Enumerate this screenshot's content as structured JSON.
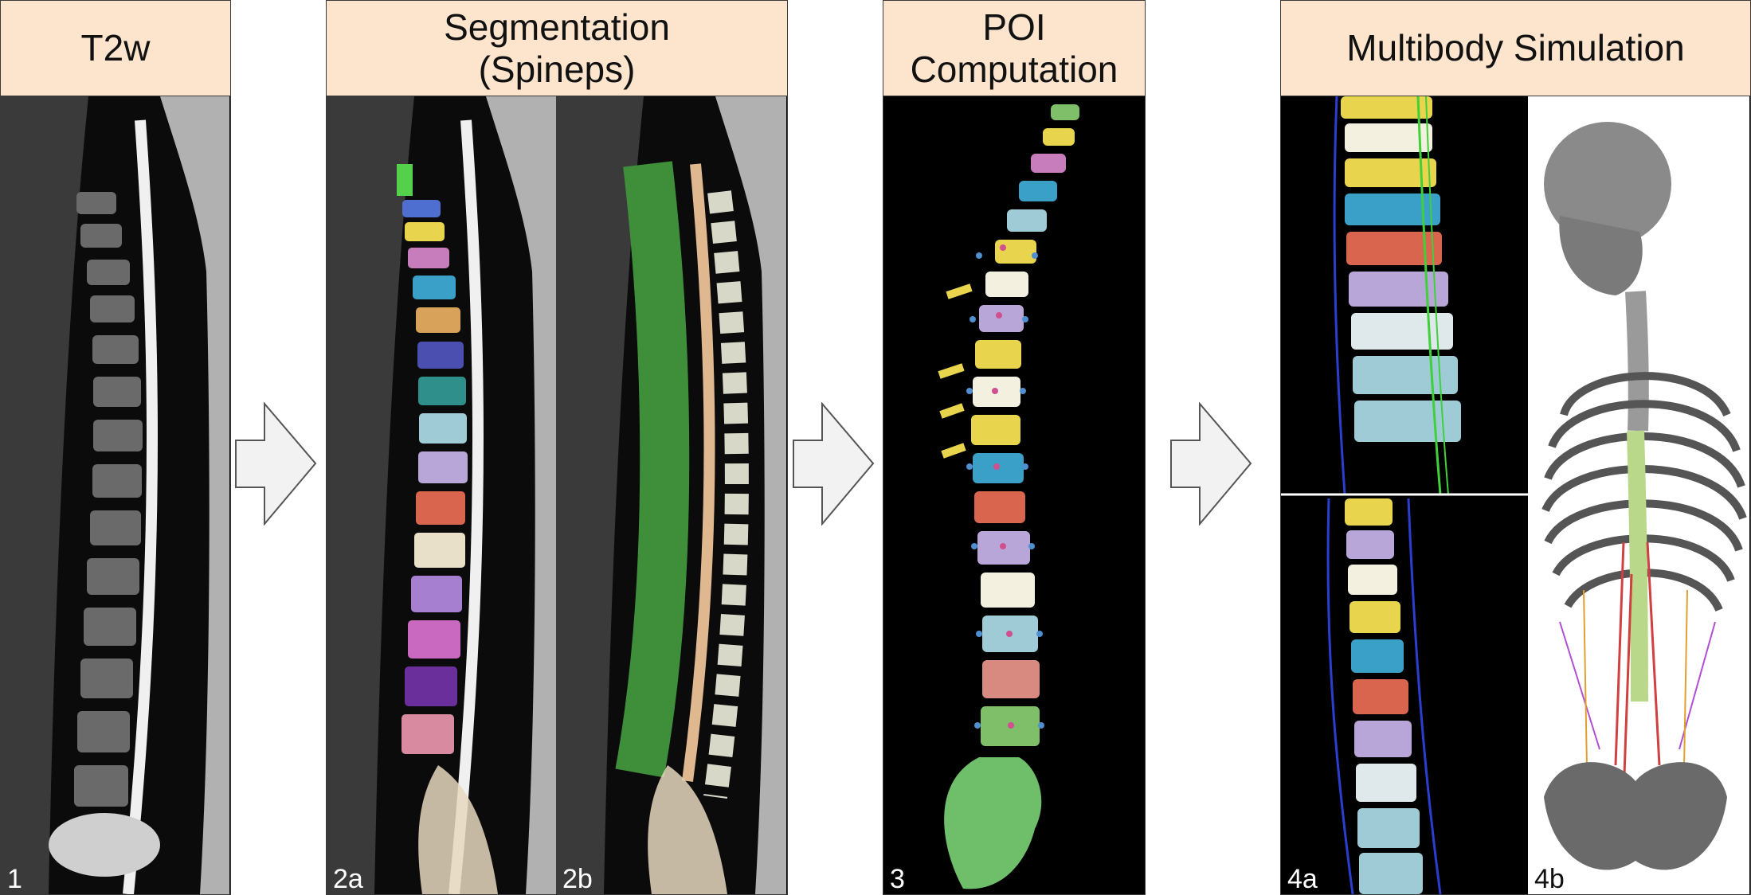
{
  "stages": [
    {
      "header": "T2w",
      "panels": [
        {
          "label": "1"
        }
      ]
    },
    {
      "header": "Segmentation\n(Spineps)",
      "panels": [
        {
          "label": "2a"
        },
        {
          "label": "2b"
        }
      ]
    },
    {
      "header": "POI\nComputation",
      "panels": [
        {
          "label": "3"
        }
      ]
    },
    {
      "header": "Multibody Simulation",
      "panels": [
        {
          "label": "4a"
        },
        {
          "label": "4b"
        }
      ]
    }
  ],
  "colors": {
    "header_fill": "#fde4cd",
    "border": "#3a3a3a",
    "arrow_fill": "#f2f2f2",
    "vertebra_palette": [
      "#e8d44d",
      "#3aa0c8",
      "#d9654f",
      "#b9a6d8",
      "#f3f0e0",
      "#9ecbd6",
      "#7fbf6a",
      "#c77dbc",
      "#4f6fd0",
      "#8a5a2a"
    ]
  }
}
